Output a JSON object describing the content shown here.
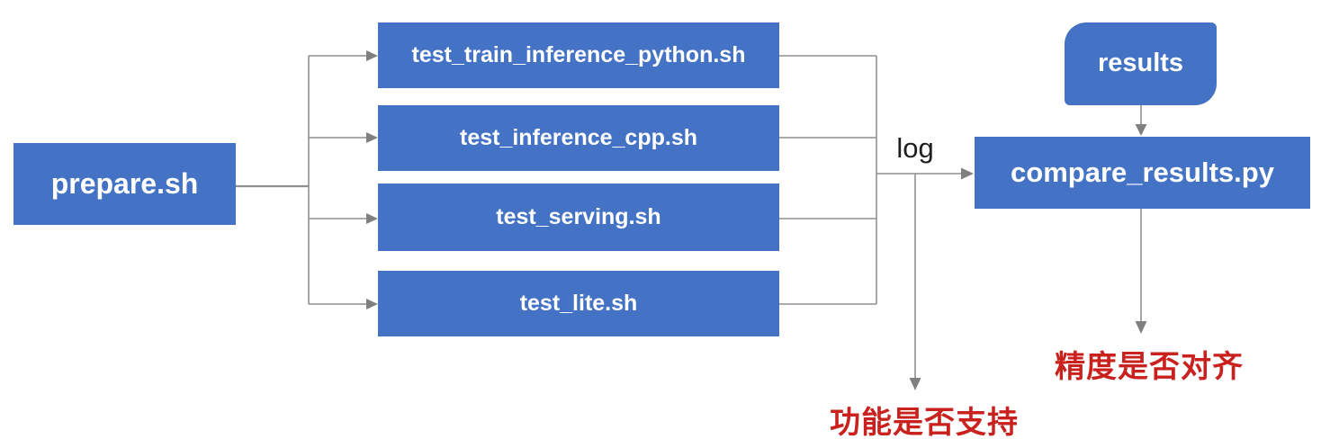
{
  "diagram": {
    "prepare": {
      "label": "prepare.sh"
    },
    "tests": [
      {
        "label": "test_train_inference_python.sh"
      },
      {
        "label": "test_inference_cpp.sh"
      },
      {
        "label": "test_serving.sh"
      },
      {
        "label": "test_lite.sh"
      }
    ],
    "results": {
      "label": "results"
    },
    "compare": {
      "label": "compare_results.py"
    },
    "log_label": "log",
    "annotations": {
      "precision": "精度是否对齐",
      "function": "功能是否支持"
    },
    "colors": {
      "node_fill": "#4472c4",
      "node_text": "#ffffff",
      "connector": "#8f8f8f",
      "arrowhead": "#808080",
      "annotation_red": "#c9211e",
      "log_text": "#1f1f1f",
      "background": "#ffffff"
    }
  }
}
